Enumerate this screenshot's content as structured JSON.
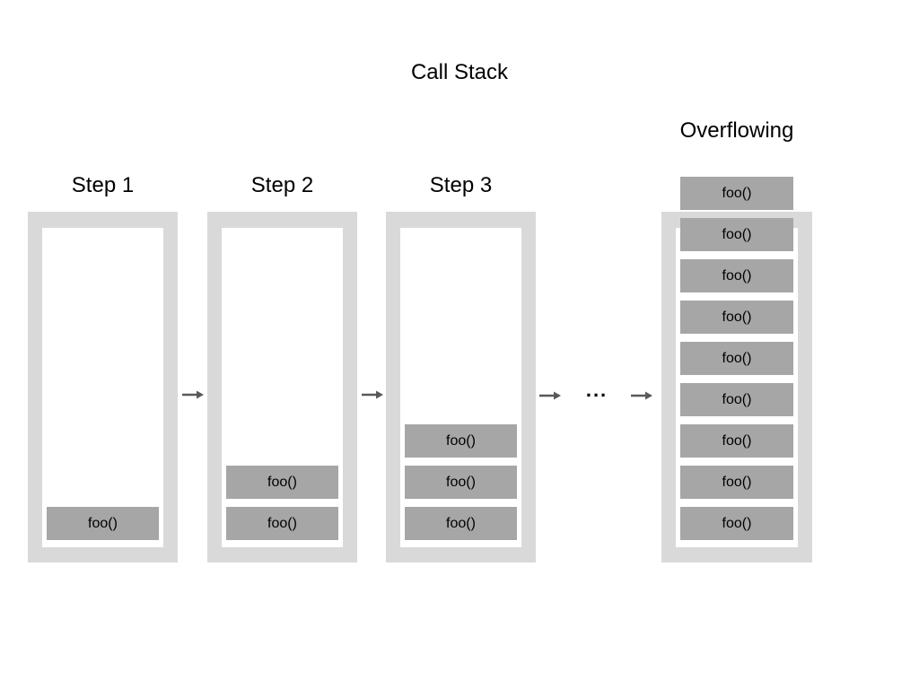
{
  "title": "Call Stack",
  "block_label": "foo()",
  "ellipsis": "...",
  "columns": [
    {
      "id": "step-1",
      "label": "Step 1",
      "block_count": 1
    },
    {
      "id": "step-2",
      "label": "Step 2",
      "block_count": 2
    },
    {
      "id": "step-3",
      "label": "Step 3",
      "block_count": 3
    },
    {
      "id": "overflowing",
      "label": "Overflowing",
      "block_count": 9
    }
  ],
  "colors": {
    "background": "#ffffff",
    "frame_fill": "#d9d9d9",
    "frame_inner": "#ffffff",
    "block_fill": "#a6a6a6",
    "arrow": "#595959",
    "text": "#000000"
  }
}
